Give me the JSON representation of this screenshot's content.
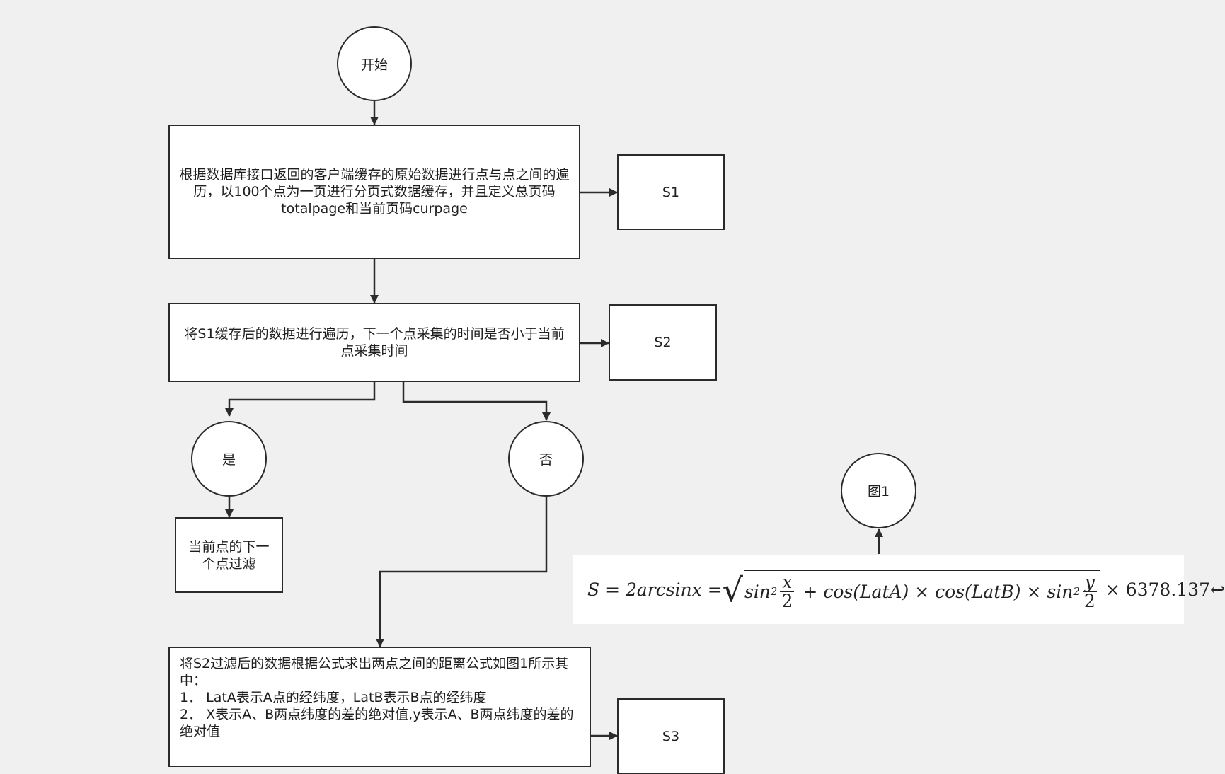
{
  "nodes": {
    "start": "开始",
    "s1_desc": "根据数据库接口返回的客户端缓存的原始数据进行点与点之间的遍历，以100个点为一页进行分页式数据缓存，并且定义总页码totalpage和当前页码curpage",
    "s1_label": "S1",
    "s2_desc": "将S1缓存后的数据进行遍历，下一个点采集的时间是否小于当前点采集时间",
    "s2_label": "S2",
    "yes": "是",
    "no": "否",
    "yes_action": "当前点的下一个点过滤",
    "fig1": "图1",
    "s3_label": "S3",
    "s3_desc_lines": [
      "将S2过滤后的数据根据公式求出两点之间的距离公式如图1所示其中：",
      "1．  LatA表示A点的经纬度，LatB表示B点的经纬度",
      "2．  X表示A、B两点纬度的差的绝对值,y表示A、B两点纬度的差的绝对值"
    ]
  },
  "formula": {
    "lhs": "S = 2arcsinx =",
    "sin2": "sin",
    "sup2": "2",
    "x": "x",
    "y": "y",
    "two": "2",
    "plus": "+",
    "cos_part": "cos(LatA) × cos(LatB)",
    "times": "×",
    "tail": "× 6378.137↩"
  }
}
